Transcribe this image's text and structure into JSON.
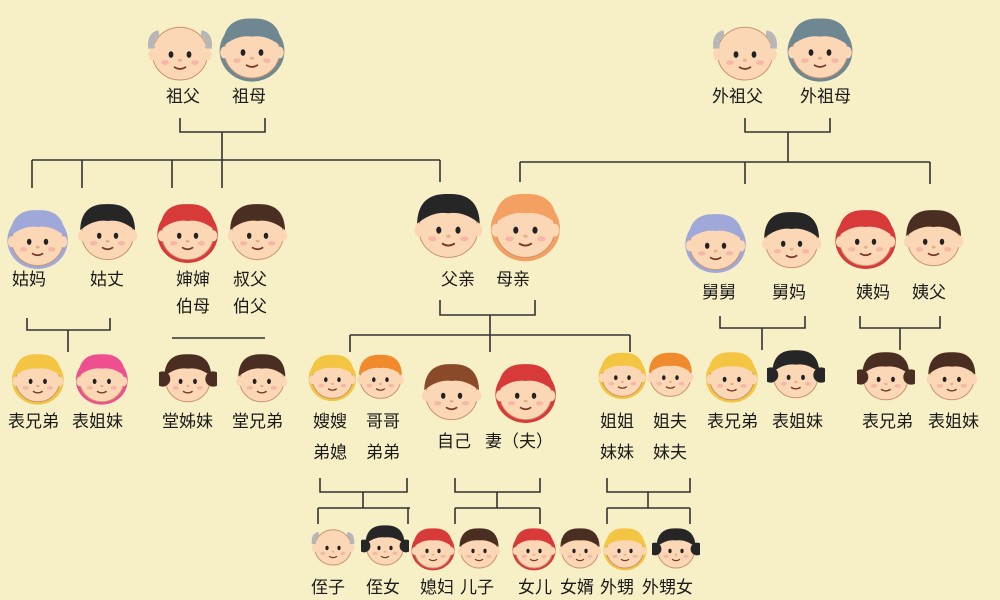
{
  "colors": {
    "background": "#f7efc6",
    "line": "#333333",
    "skin": "#fbd7b5",
    "bald": "#f2c9a7",
    "gray_hair": "#6f8791",
    "lavender_hair": "#9fa8d8",
    "black_hair": "#262626",
    "dark_brown_hair": "#4a2e22",
    "red_hair": "#d83a3a",
    "orange_hair": "#f3a062",
    "blonde_hair": "#f3c542",
    "pink_hair": "#ef4f8f",
    "brown_hair": "#8a4a2a",
    "bright_orange_hair": "#f08a2c"
  },
  "labels": {
    "grandfather": "祖父",
    "grandmother": "祖母",
    "maternal_grandfather": "外祖父",
    "maternal_grandmother": "外祖母",
    "paternal_aunt": "姑妈",
    "paternal_aunt_husband": "姑丈",
    "aunt_in_law_line1": "婶婶",
    "aunt_in_law_line2": "伯母",
    "uncle_line1": "叔父",
    "uncle_line2": "伯父",
    "father": "父亲",
    "mother": "母亲",
    "maternal_uncle": "舅舅",
    "maternal_uncle_wife": "舅妈",
    "maternal_aunt": "姨妈",
    "maternal_aunt_husband": "姨父",
    "cousin_brothers_left": "表兄弟",
    "cousin_sisters_left": "表姐妹",
    "paternal_cousin_sisters": "堂姊妹",
    "paternal_cousin_brothers": "堂兄弟",
    "sister_in_law_line1": "嫂嫂",
    "sister_in_law_line2": "弟媳",
    "brother_line1": "哥哥",
    "brother_line2": "弟弟",
    "self": "自己",
    "spouse": "妻（夫）",
    "sister_line1": "姐姐",
    "sister_line2": "妹妹",
    "sister_husband_line1": "姐夫",
    "sister_husband_line2": "妹夫",
    "maternal_cousin_brothers": "表兄弟",
    "maternal_cousin_sisters": "表姐妹",
    "maternal_cousin_brothers_2": "表兄弟",
    "maternal_cousin_sisters_2": "表姐妹",
    "nephew": "侄子",
    "niece": "侄女",
    "daughter_in_law": "媳妇",
    "son": "儿子",
    "daughter": "女儿",
    "son_in_law": "女婿",
    "sister_son": "外甥",
    "sister_daughter": "外甥女"
  },
  "figures": [
    {
      "name": "grandfather-face",
      "hair": "bald"
    },
    {
      "name": "grandmother-face",
      "hair": "gray"
    },
    {
      "name": "maternal-grandfather-face",
      "hair": "bald"
    },
    {
      "name": "maternal-grandmother-face",
      "hair": "gray"
    },
    {
      "name": "paternal-aunt-face",
      "hair": "lavender"
    },
    {
      "name": "paternal-aunt-husband-face",
      "hair": "black"
    },
    {
      "name": "aunt-in-law-face",
      "hair": "red"
    },
    {
      "name": "uncle-face",
      "hair": "dark-brown"
    },
    {
      "name": "father-face",
      "hair": "black"
    },
    {
      "name": "mother-face",
      "hair": "orange"
    },
    {
      "name": "maternal-uncle-face",
      "hair": "lavender"
    },
    {
      "name": "maternal-uncle-wife-face",
      "hair": "black"
    },
    {
      "name": "maternal-aunt-face",
      "hair": "red"
    },
    {
      "name": "maternal-aunt-husband-face",
      "hair": "dark-brown"
    },
    {
      "name": "cousin-brother-face",
      "hair": "blonde"
    },
    {
      "name": "cousin-sister-face",
      "hair": "pink"
    },
    {
      "name": "paternal-cousin-sister-face",
      "hair": "dark-brown"
    },
    {
      "name": "paternal-cousin-brother-face",
      "hair": "dark-brown"
    },
    {
      "name": "sister-in-law-face",
      "hair": "blonde"
    },
    {
      "name": "brother-face",
      "hair": "bright-orange"
    },
    {
      "name": "self-face",
      "hair": "brown"
    },
    {
      "name": "spouse-face",
      "hair": "red"
    },
    {
      "name": "sister-face",
      "hair": "blonde"
    },
    {
      "name": "sister-husband-face",
      "hair": "bright-orange"
    },
    {
      "name": "maternal-cousin-brother-face",
      "hair": "blonde"
    },
    {
      "name": "maternal-cousin-sister-face",
      "hair": "black"
    },
    {
      "name": "maternal-cousin-sister-2-face",
      "hair": "dark-brown"
    },
    {
      "name": "maternal-cousin-brother-2-face",
      "hair": "dark-brown"
    },
    {
      "name": "nephew-face",
      "hair": "bald"
    },
    {
      "name": "niece-face",
      "hair": "black"
    },
    {
      "name": "daughter-in-law-face",
      "hair": "red"
    },
    {
      "name": "son-face",
      "hair": "dark-brown"
    },
    {
      "name": "daughter-face",
      "hair": "red"
    },
    {
      "name": "son-in-law-face",
      "hair": "dark-brown"
    },
    {
      "name": "sister-son-face",
      "hair": "blonde"
    },
    {
      "name": "sister-daughter-face",
      "hair": "black"
    }
  ]
}
